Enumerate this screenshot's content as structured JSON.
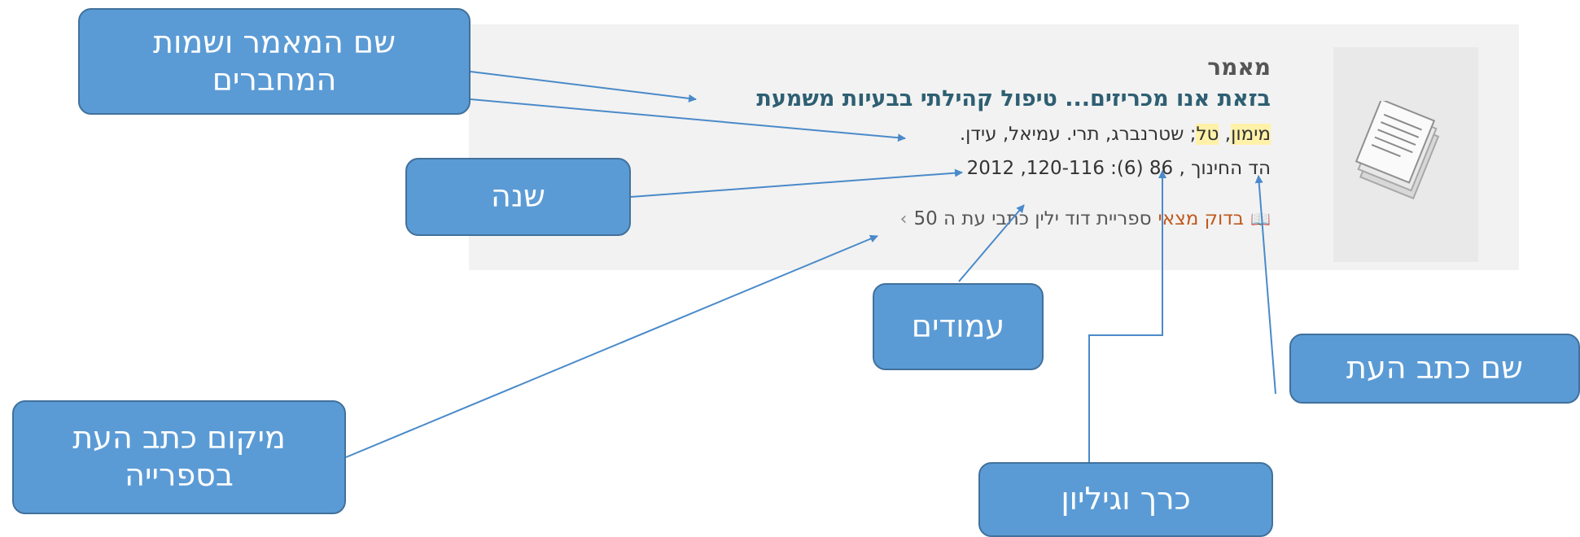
{
  "record": {
    "type_label": "מאמר",
    "title": "בזאת אנו מכריזים... טיפול קהילתי בבעיות משמעת",
    "authors": {
      "first_highlight": "מימון",
      "sep1": ", ",
      "second_highlight": "טל",
      "rest": "; שטרנברג, תרי. עמיאל, עידן."
    },
    "source": "הד החינוך , 86 (6): 120-116, 2012",
    "availability": {
      "check_label": "בדוק מצאי",
      "library_location": "ספריית דוד ילין  כתבי עת  ה 50",
      "icon": "book-icon",
      "chevron": "chevron-right-icon"
    }
  },
  "callouts": {
    "title_authors": "שם המאמר ושמות המחברים",
    "year": "שנה",
    "pages": "עמודים",
    "journal_name": "שם כתב העת",
    "volume_issue": "כרך וגיליון",
    "library_location": "מיקום כתב העת בספרייה"
  },
  "colors": {
    "callout_fill": "#5b9bd5",
    "callout_border": "#41719c",
    "arrow": "#4a8ac9",
    "title_text": "#2e5f73",
    "check_link": "#c0581c",
    "highlight": "#fff1a8"
  }
}
